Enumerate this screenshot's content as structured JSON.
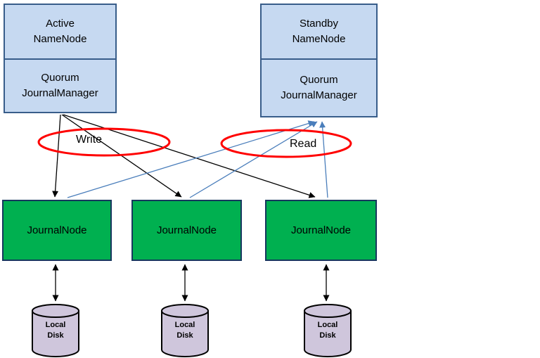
{
  "diagram": {
    "active_namenode_label": "Active\nNameNode",
    "active_qjm_label": "Quorum\nJournalManager",
    "standby_namenode_label": "Standby\nNameNode",
    "standby_qjm_label": "Quorum\nJournalManager",
    "write_label": "Write",
    "read_label": "Read",
    "journalnodes": [
      "JournalNode",
      "JournalNode",
      "JournalNode"
    ],
    "disks": [
      "Local\nDisk",
      "Local\nDisk",
      "Local\nDisk"
    ],
    "colors": {
      "namenode_fill": "#c6d9f1",
      "namenode_border": "#385d8a",
      "journalnode_fill": "#00b050",
      "journalnode_border": "#17375e",
      "disk_fill": "#cfc6dc",
      "disk_border": "#000000",
      "write_arrow": "#000000",
      "read_arrow": "#4a7ebb",
      "highlight_ellipse": "#ff0000"
    }
  }
}
